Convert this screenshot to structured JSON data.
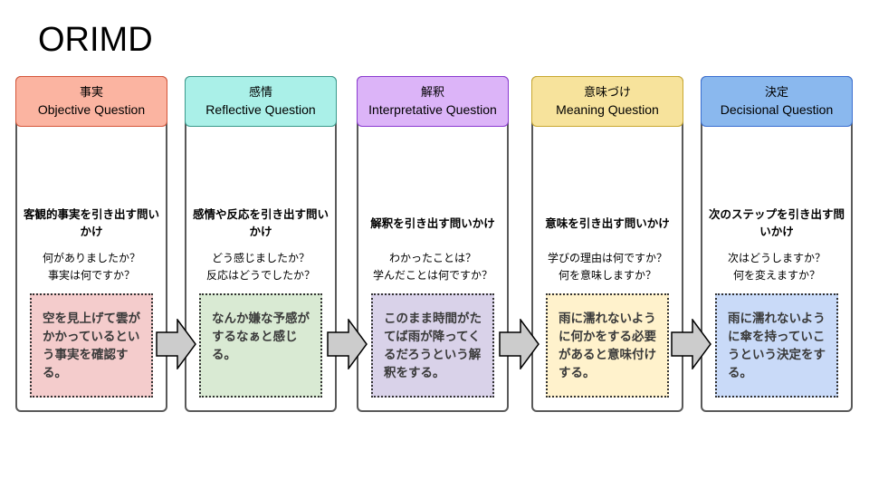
{
  "title": "ORIMD",
  "colors": {
    "card_border": "#595959",
    "arrow_fill": "#cccccc"
  },
  "cards": [
    {
      "header_jp": "事実",
      "header_en": "Objective Question",
      "header_bg": "#fbb4a1",
      "header_border": "#d4563a",
      "subtitle": "客観的事実を引き出す問いかけ",
      "questions": [
        "何がありましたか？",
        "事実は何ですか？"
      ],
      "note": "空を見上げて雲がかかっているという事実を確認する。",
      "note_bg": "#f4cccc"
    },
    {
      "header_jp": "感情",
      "header_en": "Reflective Question",
      "header_bg": "#aaf0e8",
      "header_border": "#3a9a8c",
      "subtitle": "感情や反応を引き出す問いかけ",
      "questions": [
        "どう感じましたか？",
        "反応はどうでしたか？"
      ],
      "note": "なんか嫌な予感がするなぁと感じる。",
      "note_bg": "#d9ead3"
    },
    {
      "header_jp": "解釈",
      "header_en": "Interpretative Question",
      "header_bg": "#dcb4f8",
      "header_border": "#8a3ad0",
      "subtitle": "解釈を引き出す問いかけ",
      "questions": [
        "わかったことは？",
        "学んだことは何ですか？"
      ],
      "note": "このまま時間がたてば雨が降ってくるだろうという解釈をする。",
      "note_bg": "#d9d2e9"
    },
    {
      "header_jp": "意味づけ",
      "header_en": "Meaning Question",
      "header_bg": "#f7e39c",
      "header_border": "#c8a830",
      "subtitle": "意味を引き出す問いかけ",
      "questions": [
        "学びの理由は何ですか？",
        "何を意味しますか？"
      ],
      "note": "雨に濡れないように何かをする必要があると意味付けする。",
      "note_bg": "#fff2cc"
    },
    {
      "header_jp": "決定",
      "header_en": "Decisional Question",
      "header_bg": "#8ab8ee",
      "header_border": "#3a6ed0",
      "subtitle": "次のステップを引き出す問いかけ",
      "questions": [
        "次はどうしますか？",
        "何を変えますか？"
      ],
      "note": "雨に濡れないように傘を持っていこうという決定をする。",
      "note_bg": "#c9daf8"
    }
  ]
}
